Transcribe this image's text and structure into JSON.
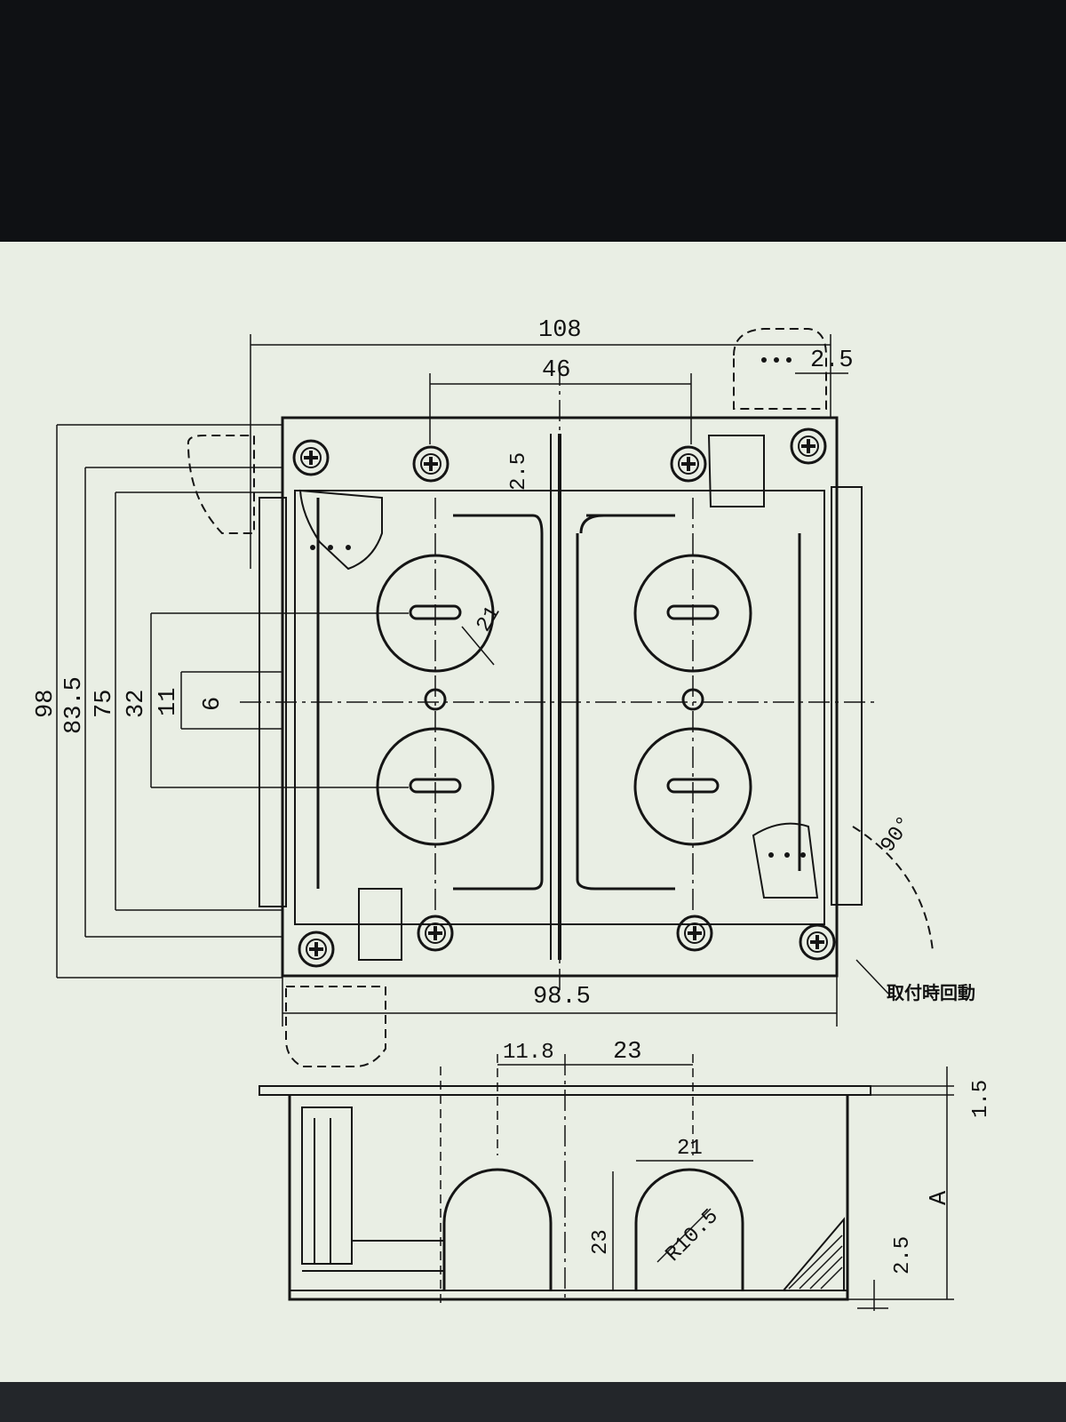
{
  "colors": {
    "screen_frame": "#0f1114",
    "paper": "#e9eee4",
    "ink": "#151515"
  },
  "drawing": {
    "top_view": {
      "dims": {
        "width_overall": "108",
        "screw_pitch": "46",
        "offset_top_right": "2.5",
        "ear_thickness": "2.5",
        "hole_diameter": "21",
        "height_overall": "98",
        "height_2": "83.5",
        "height_3": "75",
        "height_4": "32",
        "height_5": "11",
        "slot_6": "6",
        "width_bottom": "98.5",
        "rotate_angle": "90°"
      },
      "note": "取付時回動"
    },
    "side_view": {
      "dims": {
        "offset_a": "11.8",
        "pitch": "23",
        "knockout_width": "21",
        "knockout_height": "23",
        "radius": "R10.5",
        "flange": "1.5",
        "depth": "A",
        "bottom": "2.5"
      }
    }
  }
}
